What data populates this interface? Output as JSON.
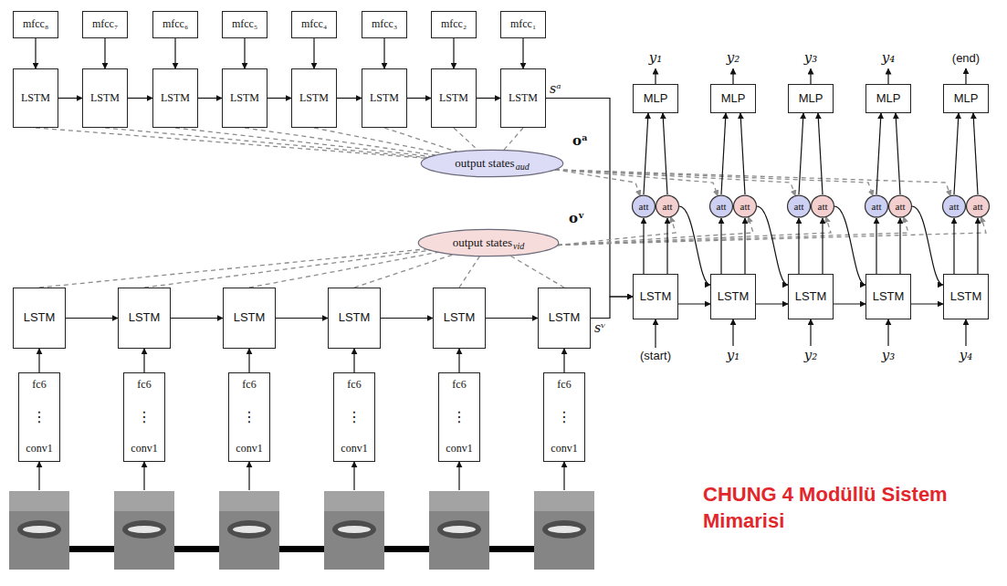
{
  "diagram": {
    "caption": "CHUNG 4 Modüllü Sistem Mimarisi",
    "nodes": [
      {
        "text": [
          "mfcc₈"
        ]
      },
      {
        "text": [
          "mfcc₇"
        ]
      },
      {
        "text": [
          "mfcc₆"
        ]
      },
      {
        "text": [
          "mfcc₅"
        ]
      },
      {
        "text": [
          "mfcc₄"
        ]
      },
      {
        "text": [
          "mfcc₃"
        ]
      },
      {
        "text": [
          "mfcc₂"
        ]
      },
      {
        "text": [
          "mfcc₁"
        ]
      },
      {
        "text": [
          "LSTM"
        ]
      },
      {
        "text": [
          "LSTM"
        ]
      },
      {
        "text": [
          "LSTM"
        ]
      },
      {
        "text": [
          "LSTM"
        ]
      },
      {
        "text": [
          "LSTM"
        ]
      },
      {
        "text": [
          "LSTM"
        ]
      },
      {
        "text": [
          "LSTM"
        ]
      },
      {
        "text": [
          "LSTM"
        ]
      },
      {
        "text": [
          "output states",
          "aud"
        ]
      },
      {
        "text": [
          "output states",
          "vid"
        ]
      },
      {
        "text": [
          "LSTM"
        ]
      },
      {
        "text": [
          "LSTM"
        ]
      },
      {
        "text": [
          "LSTM"
        ]
      },
      {
        "text": [
          "LSTM"
        ]
      },
      {
        "text": [
          "LSTM"
        ]
      },
      {
        "text": [
          "LSTM"
        ]
      },
      {
        "text": [
          "fc6",
          "⋮",
          "conv1"
        ]
      },
      {
        "text": [
          "fc6",
          "⋮",
          "conv1"
        ]
      },
      {
        "text": [
          "fc6",
          "⋮",
          "conv1"
        ]
      },
      {
        "text": [
          "fc6",
          "⋮",
          "conv1"
        ]
      },
      {
        "text": [
          "fc6",
          "⋮",
          "conv1"
        ]
      },
      {
        "text": [
          "fc6",
          "⋮",
          "conv1"
        ]
      },
      {
        "text": [
          "MLP"
        ]
      },
      {
        "text": [
          "MLP"
        ]
      },
      {
        "text": [
          "MLP"
        ]
      },
      {
        "text": [
          "MLP"
        ]
      },
      {
        "text": [
          "MLP"
        ]
      },
      {
        "text": [
          "att"
        ]
      },
      {
        "text": [
          "att"
        ]
      },
      {
        "text": [
          "att"
        ]
      },
      {
        "text": [
          "att"
        ]
      },
      {
        "text": [
          "att"
        ]
      },
      {
        "text": [
          "att"
        ]
      },
      {
        "text": [
          "att"
        ]
      },
      {
        "text": [
          "att"
        ]
      },
      {
        "text": [
          "att"
        ]
      },
      {
        "text": [
          "att"
        ]
      },
      {
        "text": [
          "LSTM"
        ]
      },
      {
        "text": [
          "LSTM"
        ]
      },
      {
        "text": [
          "LSTM"
        ]
      },
      {
        "text": [
          "LSTM"
        ]
      },
      {
        "text": [
          "LSTM"
        ]
      }
    ],
    "edges": [
      {
        "from": 0,
        "to": 8,
        "arrow": "to"
      },
      {
        "from": 1,
        "to": 9,
        "arrow": "to"
      },
      {
        "from": 2,
        "to": 10,
        "arrow": "to"
      },
      {
        "from": 3,
        "to": 11,
        "arrow": "to"
      },
      {
        "from": 4,
        "to": 12,
        "arrow": "to"
      },
      {
        "from": 5,
        "to": 13,
        "arrow": "to"
      },
      {
        "from": 6,
        "to": 14,
        "arrow": "to"
      },
      {
        "from": 7,
        "to": 15,
        "arrow": "to"
      },
      {
        "from": 8,
        "to": 9,
        "arrow": "to"
      },
      {
        "from": 9,
        "to": 10,
        "arrow": "to"
      },
      {
        "from": 10,
        "to": 11,
        "arrow": "to"
      },
      {
        "from": 11,
        "to": 12,
        "arrow": "to"
      },
      {
        "from": 12,
        "to": 13,
        "arrow": "to"
      },
      {
        "from": 13,
        "to": 14,
        "arrow": "to"
      },
      {
        "from": 14,
        "to": 15,
        "arrow": "to"
      },
      {
        "from": 8,
        "to": 16,
        "arrow": "none"
      },
      {
        "from": 9,
        "to": 16,
        "arrow": "none"
      },
      {
        "from": 10,
        "to": 16,
        "arrow": "none"
      },
      {
        "from": 11,
        "to": 16,
        "arrow": "none"
      },
      {
        "from": 12,
        "to": 16,
        "arrow": "none"
      },
      {
        "from": 13,
        "to": 16,
        "arrow": "none"
      },
      {
        "from": 14,
        "to": 16,
        "arrow": "none"
      },
      {
        "from": 15,
        "to": 16,
        "arrow": "none"
      },
      {
        "from": 24,
        "to": 18,
        "arrow": "to"
      },
      {
        "from": 25,
        "to": 19,
        "arrow": "to"
      },
      {
        "from": 26,
        "to": 20,
        "arrow": "to"
      },
      {
        "from": 27,
        "to": 21,
        "arrow": "to"
      },
      {
        "from": 28,
        "to": 22,
        "arrow": "to"
      },
      {
        "from": 29,
        "to": 23,
        "arrow": "to"
      },
      {
        "from": 18,
        "to": 19,
        "arrow": "to"
      },
      {
        "from": 19,
        "to": 20,
        "arrow": "to"
      },
      {
        "from": 20,
        "to": 21,
        "arrow": "to"
      },
      {
        "from": 21,
        "to": 22,
        "arrow": "to"
      },
      {
        "from": 22,
        "to": 23,
        "arrow": "to"
      },
      {
        "from": 18,
        "to": 17,
        "arrow": "none"
      },
      {
        "from": 19,
        "to": 17,
        "arrow": "none"
      },
      {
        "from": 20,
        "to": 17,
        "arrow": "none"
      },
      {
        "from": 21,
        "to": 17,
        "arrow": "none"
      },
      {
        "from": 22,
        "to": 17,
        "arrow": "none"
      },
      {
        "from": 23,
        "to": 17,
        "arrow": "none"
      },
      {
        "from": 15,
        "to": 45,
        "arrow": "to",
        "label": "sᵃ"
      },
      {
        "from": 23,
        "to": 45,
        "arrow": "to",
        "label": "sᵛ"
      },
      {
        "from": 45,
        "to": 46,
        "arrow": "to"
      },
      {
        "from": 46,
        "to": 47,
        "arrow": "to"
      },
      {
        "from": 47,
        "to": 48,
        "arrow": "to"
      },
      {
        "from": 48,
        "to": 49,
        "arrow": "to"
      },
      {
        "from": 16,
        "to": 35,
        "arrow": "to"
      },
      {
        "from": 16,
        "to": 37,
        "arrow": "to"
      },
      {
        "from": 16,
        "to": 39,
        "arrow": "to"
      },
      {
        "from": 16,
        "to": 41,
        "arrow": "to"
      },
      {
        "from": 16,
        "to": 43,
        "arrow": "to"
      },
      {
        "from": 17,
        "to": 36,
        "arrow": "to"
      },
      {
        "from": 17,
        "to": 38,
        "arrow": "to"
      },
      {
        "from": 17,
        "to": 40,
        "arrow": "to"
      },
      {
        "from": 17,
        "to": 42,
        "arrow": "to"
      },
      {
        "from": 17,
        "to": 44,
        "arrow": "to"
      },
      {
        "from": 45,
        "to": 35,
        "arrow": "to"
      },
      {
        "from": 45,
        "to": 36,
        "arrow": "to"
      },
      {
        "from": 46,
        "to": 37,
        "arrow": "to"
      },
      {
        "from": 46,
        "to": 38,
        "arrow": "to"
      },
      {
        "from": 47,
        "to": 39,
        "arrow": "to"
      },
      {
        "from": 47,
        "to": 40,
        "arrow": "to"
      },
      {
        "from": 48,
        "to": 41,
        "arrow": "to"
      },
      {
        "from": 48,
        "to": 42,
        "arrow": "to"
      },
      {
        "from": 49,
        "to": 43,
        "arrow": "to"
      },
      {
        "from": 49,
        "to": 44,
        "arrow": "to"
      },
      {
        "from": 35,
        "to": 30,
        "arrow": "to"
      },
      {
        "from": 36,
        "to": 30,
        "arrow": "to"
      },
      {
        "from": 37,
        "to": 31,
        "arrow": "to"
      },
      {
        "from": 38,
        "to": 31,
        "arrow": "to"
      },
      {
        "from": 39,
        "to": 32,
        "arrow": "to"
      },
      {
        "from": 40,
        "to": 32,
        "arrow": "to"
      },
      {
        "from": 41,
        "to": 33,
        "arrow": "to"
      },
      {
        "from": 42,
        "to": 33,
        "arrow": "to"
      },
      {
        "from": 43,
        "to": 34,
        "arrow": "to"
      },
      {
        "from": 44,
        "to": 34,
        "arrow": "to"
      },
      {
        "from": 36,
        "to": 46,
        "arrow": "to"
      },
      {
        "from": 38,
        "to": 47,
        "arrow": "to"
      },
      {
        "from": 40,
        "to": 48,
        "arrow": "to"
      },
      {
        "from": 42,
        "to": 49,
        "arrow": "to"
      }
    ],
    "labels": [
      "oᵃ",
      "oᵛ",
      "y₁",
      "y₂",
      "y₃",
      "y₄",
      "(end)",
      "(start)",
      "y₁",
      "y₂",
      "y₃",
      "y₄"
    ]
  }
}
